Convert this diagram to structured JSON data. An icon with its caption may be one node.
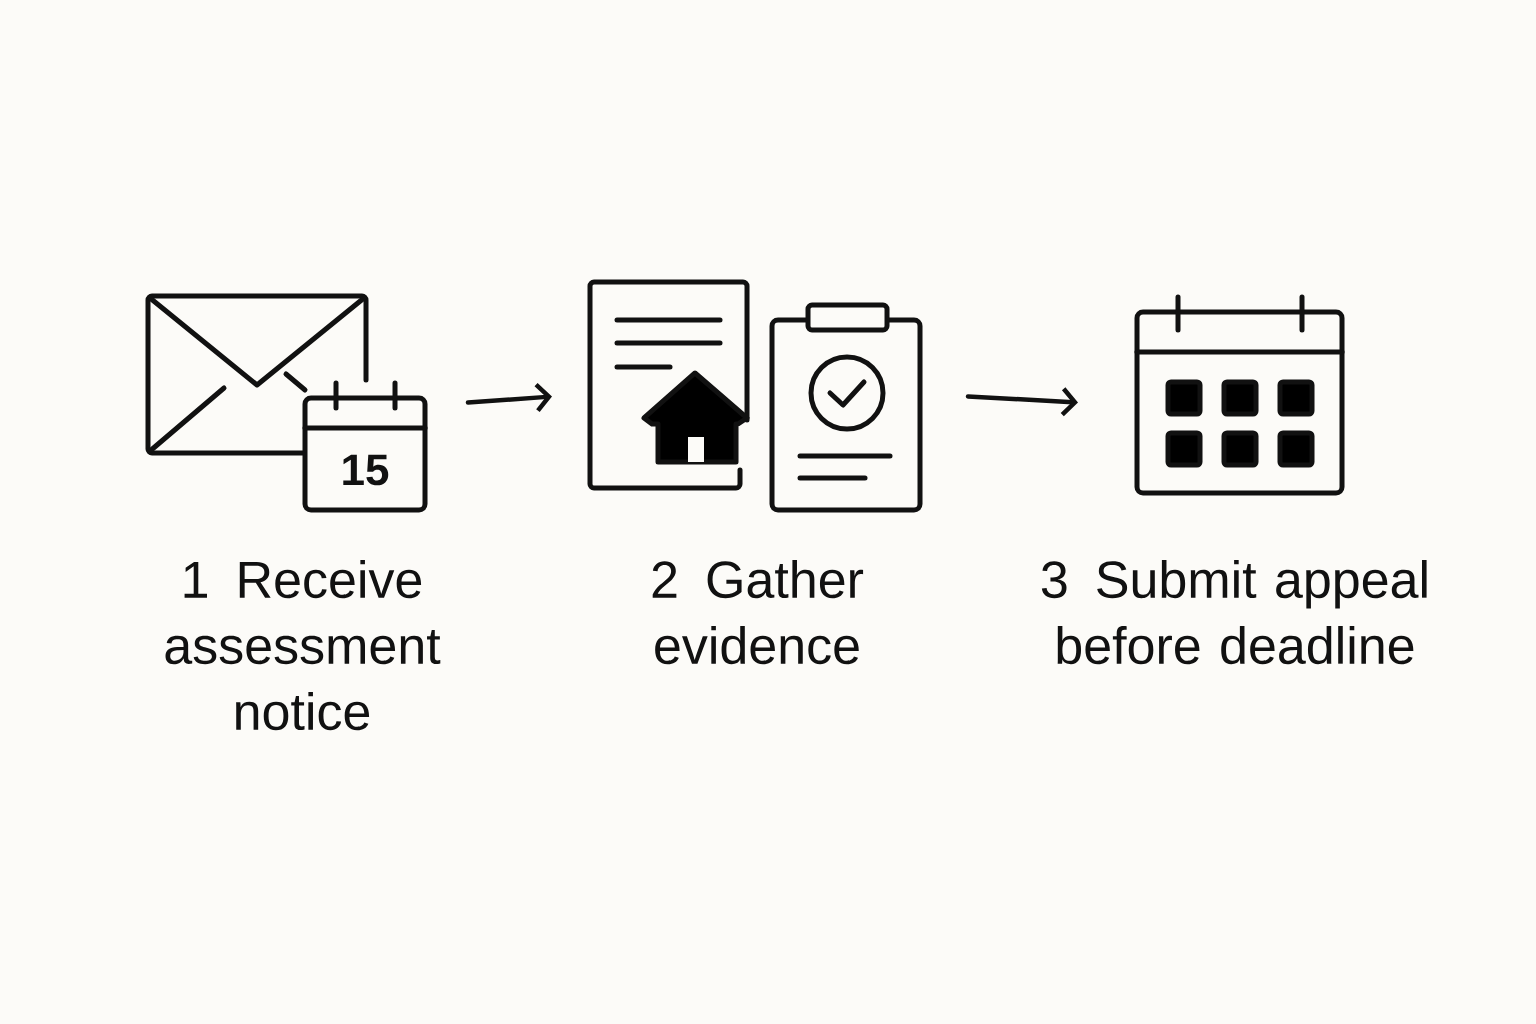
{
  "diagram": {
    "nodes": [
      {
        "text": [],
        "shape": "picture",
        "beside": [
          "1",
          "Receive assessment notice"
        ]
      },
      {
        "text": [],
        "shape": "picture",
        "beside": [
          "2",
          "Gather evidence"
        ]
      },
      {
        "text": [],
        "shape": "picture",
        "beside": [
          "3",
          "Submit appeal before deadline"
        ]
      }
    ],
    "edges": [
      {
        "from": 0,
        "to": 1,
        "arrow": "to"
      },
      {
        "from": 1,
        "to": 2,
        "arrow": "to"
      }
    ],
    "labels": [
      "15"
    ]
  }
}
